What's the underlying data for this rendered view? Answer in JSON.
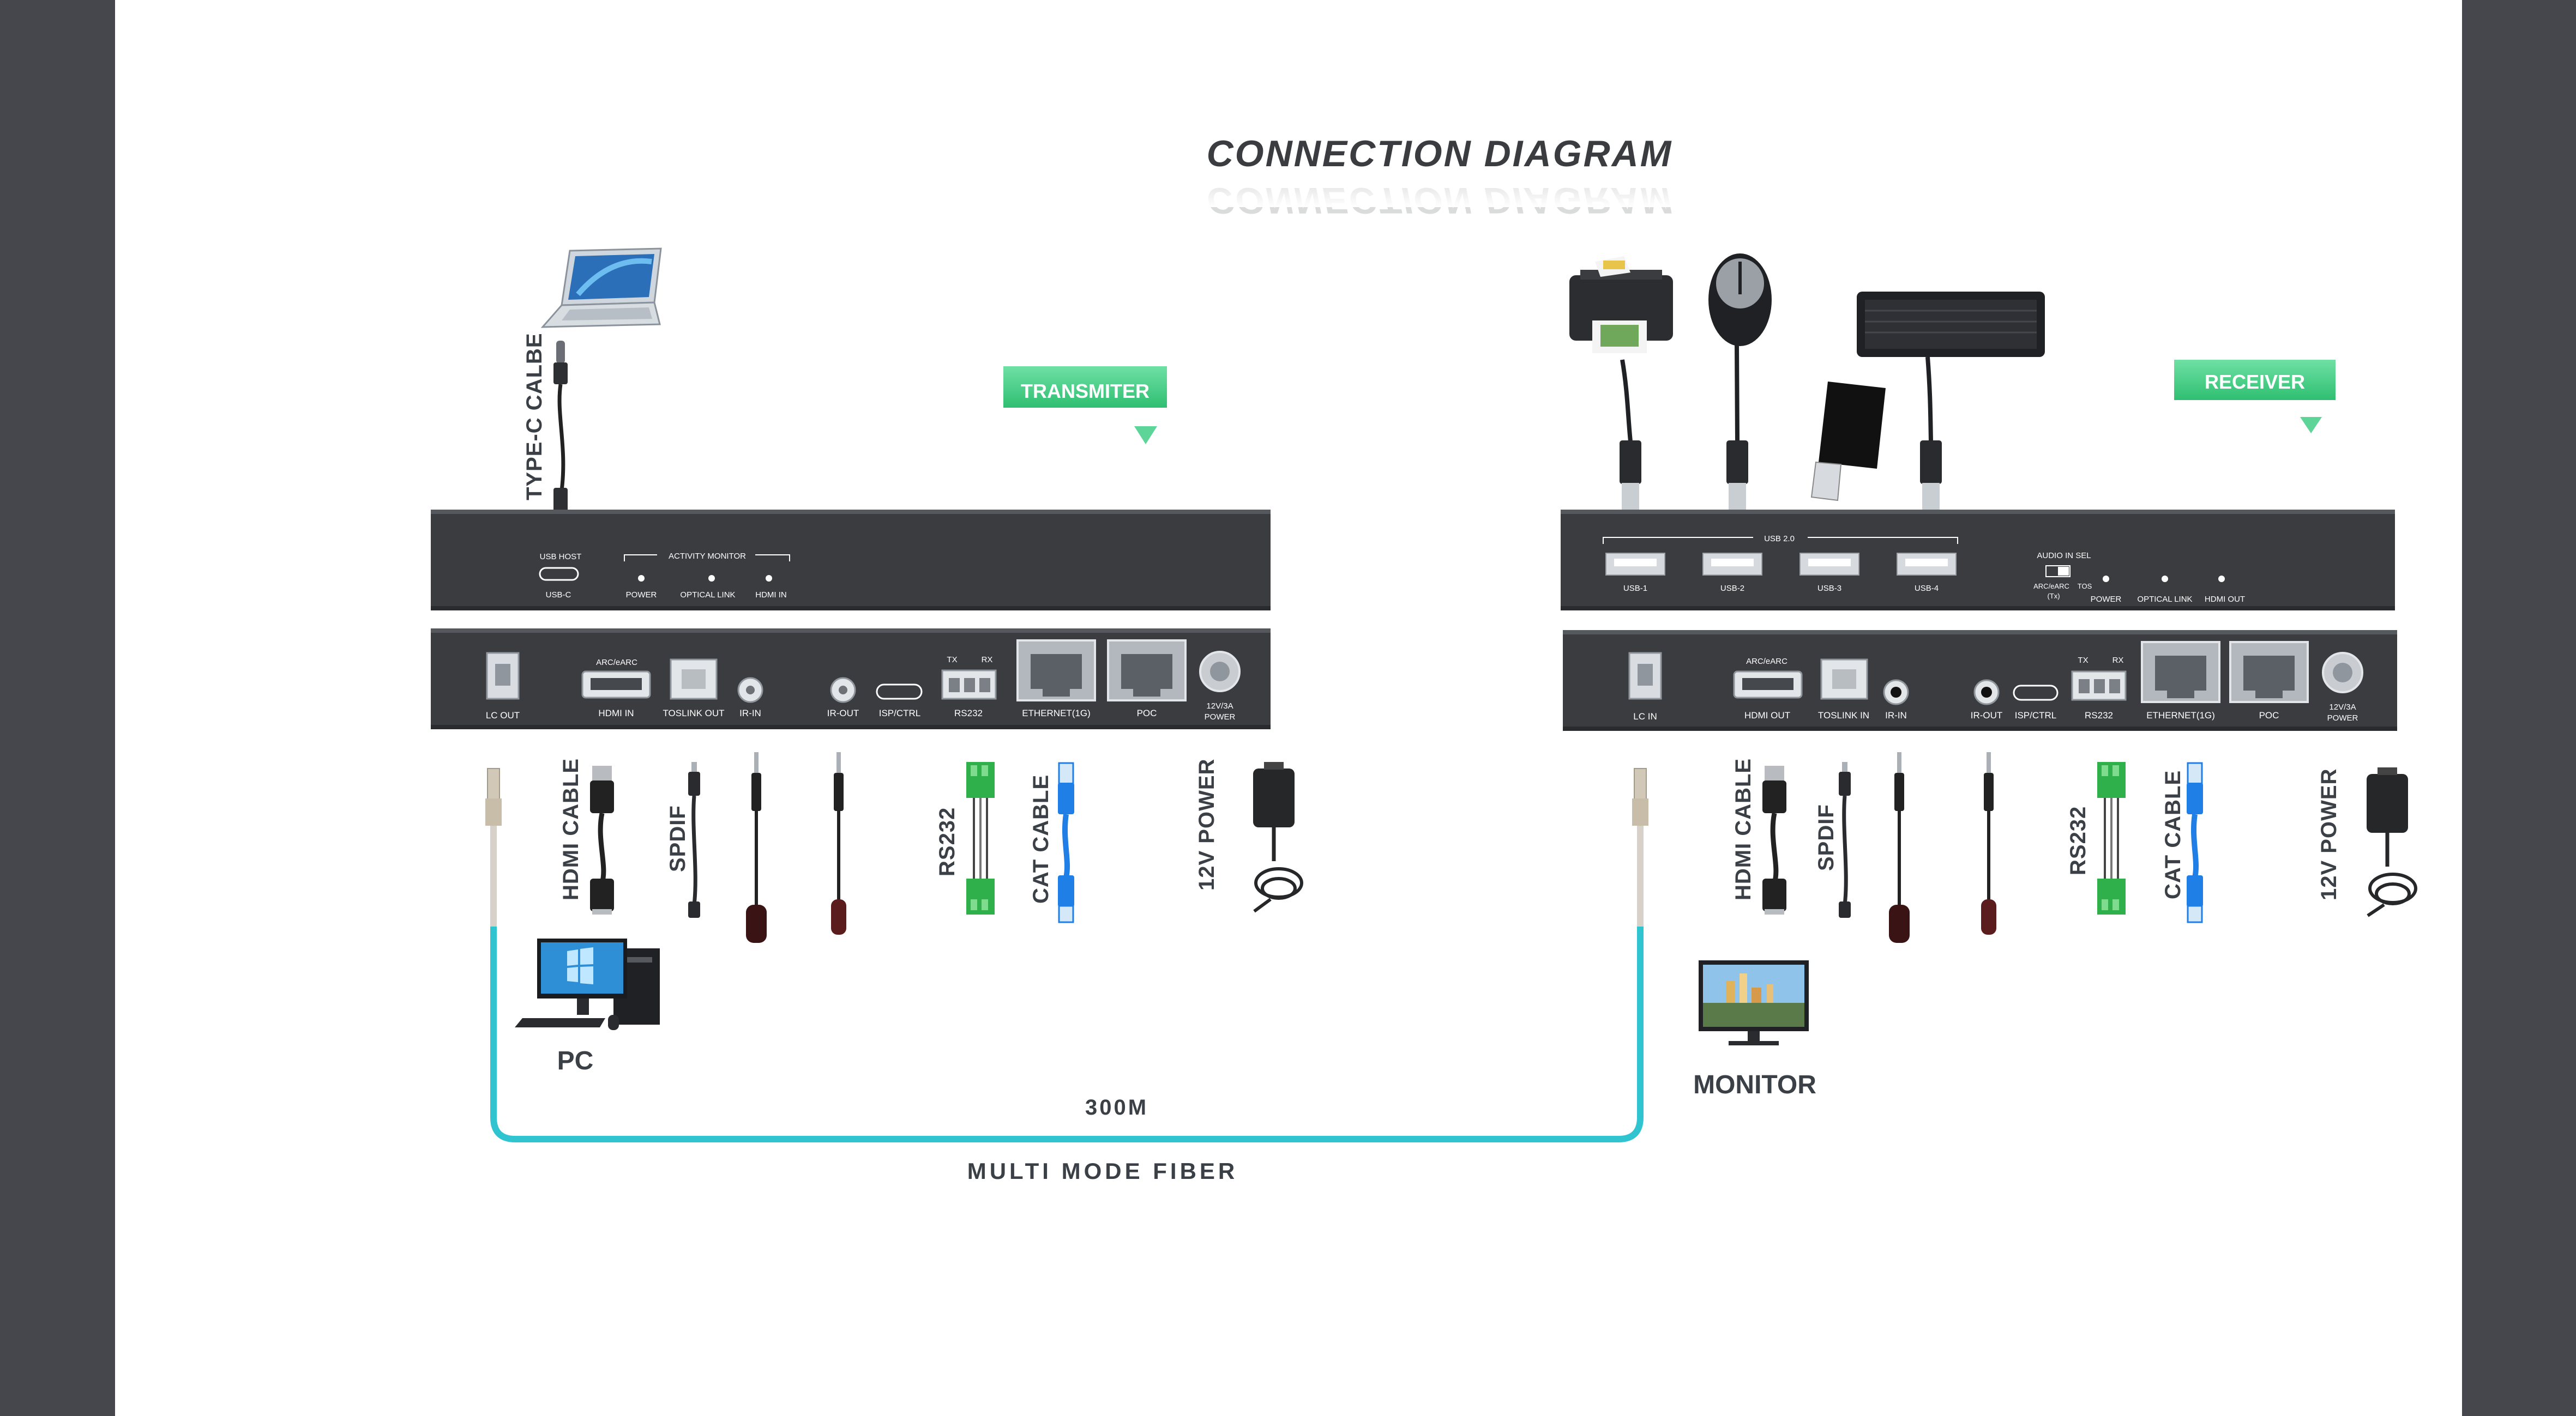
{
  "diagram": {
    "title": "CONNECTION DIAGRAM",
    "transmitter_tag": "TRANSMITER",
    "receiver_tag": "RECEIVER",
    "distance": "300M",
    "fiber_label": "MULTI MODE FIBER",
    "type_c_label": "TYPE-C CALBE",
    "pc_label": "PC",
    "monitor_label": "MONITOR",
    "colors": {
      "fiber": "#2fc4cf",
      "tag": "#4fcf86",
      "panel": "#3a3c40",
      "terminal": "#2fb04a",
      "cat": "#1f7fe6"
    }
  },
  "tx_front": {
    "usb_host": "USB HOST",
    "usb_c": "USB-C",
    "activity_monitor": "ACTIVITY MONITOR",
    "leds": [
      "POWER",
      "OPTICAL LINK",
      "HDMI IN"
    ]
  },
  "tx_rear": {
    "arc": "ARC/eARC",
    "ports": [
      "LC OUT",
      "HDMI IN",
      "TOSLINK OUT",
      "IR-IN",
      "IR-OUT",
      "ISP/CTRL",
      "RS232",
      "ETHERNET(1G)",
      "POC"
    ],
    "power": [
      "12V/3A",
      "POWER"
    ],
    "tx": "TX",
    "rx": "RX"
  },
  "rx_front": {
    "usb_group": "USB 2.0",
    "usb_ports": [
      "USB-1",
      "USB-2",
      "USB-3",
      "USB-4"
    ],
    "audio_in_sel": "AUDIO IN SEL",
    "arc_earc": "ARC/eARC",
    "tos": "TOS",
    "tx_sub": "(Tx)",
    "leds": [
      "POWER",
      "OPTICAL LINK",
      "HDMI OUT"
    ]
  },
  "rx_rear": {
    "arc": "ARC/eARC",
    "ports": [
      "LC IN",
      "HDMI OUT",
      "TOSLINK IN",
      "IR-IN",
      "IR-OUT",
      "ISP/CTRL",
      "RS232",
      "ETHERNET(1G)",
      "POC"
    ],
    "power": [
      "12V/3A",
      "POWER"
    ],
    "tx": "TX",
    "rx": "RX"
  },
  "cables": {
    "tx": [
      "HDMI CABLE",
      "SPDIF",
      "RS232",
      "CAT CABLE",
      "12V POWER"
    ],
    "rx": [
      "HDMI CABLE",
      "SPDIF",
      "RS232",
      "CAT CABLE",
      "12V POWER"
    ]
  }
}
